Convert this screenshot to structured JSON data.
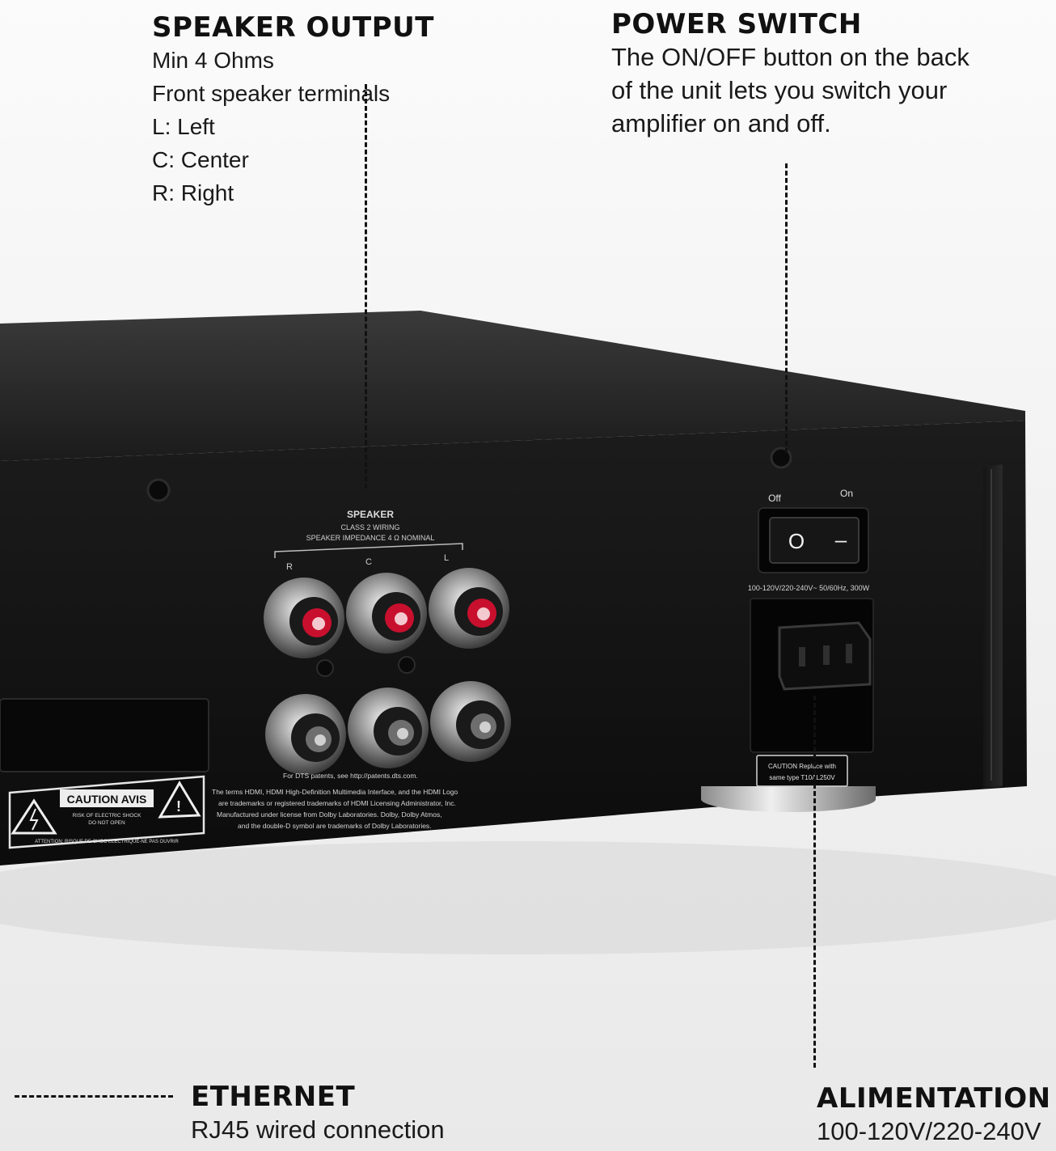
{
  "speaker_output": {
    "title": "SPEAKER OUTPUT",
    "lines": [
      "Min 4 Ohms",
      "Front speaker terminals",
      "L: Left",
      "C: Center",
      "R: Right"
    ]
  },
  "power_switch": {
    "title": "POWER SWITCH",
    "lines": [
      "The ON/OFF button on the back",
      "of the unit lets you switch your",
      "amplifier on and off."
    ]
  },
  "ethernet": {
    "title": "ETHERNET",
    "lines": [
      "RJ45 wired connection"
    ]
  },
  "alimentation": {
    "title": "ALIMENTATION",
    "lines": [
      "100-120V/220-240V"
    ]
  },
  "device_labels": {
    "speaker_title": "SPEAKER",
    "speaker_wiring": "CLASS 2 WIRING",
    "speaker_impedance": "SPEAKER IMPEDANCE 4 Ω NOMINAL",
    "terminal_r": "R",
    "terminal_c": "C",
    "terminal_l": "L",
    "switch_off": "Off",
    "switch_on": "On",
    "switch_off_symbol": "O",
    "switch_on_symbol": "–",
    "power_rating": "100-120V/220-240V~ 50/60Hz, 300W",
    "fuse_caution_1": "CAUTION Replace with",
    "fuse_caution_2": "same type T10AL250V",
    "caution_title": "CAUTION AVIS",
    "caution_line_1": "RISK OF ELECTRIC SHOCK",
    "caution_line_2": "DO NOT OPEN",
    "caution_bottom": "ATTENTION: RISQUE DE CHOC ELECTRIQUE-NE PAS OUVRIR",
    "legal_1": "For DTS patents, see http://patents.dts.com.",
    "legal_2": "The terms HDMI, HDMI High-Definition Multimedia Interface, and the HDMI Logo",
    "legal_3": "are trademarks or registered trademarks of HDMI Licensing Administrator, Inc.",
    "legal_4": "Manufactured under license from Dolby Laboratories. Dolby, Dolby Atmos,",
    "legal_5": "and the double-D symbol are trademarks of Dolby Laboratories."
  },
  "colors": {
    "chassis": "#141414",
    "chassis_top": "#262626",
    "terminal_red": "#c8102e",
    "terminal_metal": "#b8b8b8",
    "text_dark": "#111111"
  }
}
